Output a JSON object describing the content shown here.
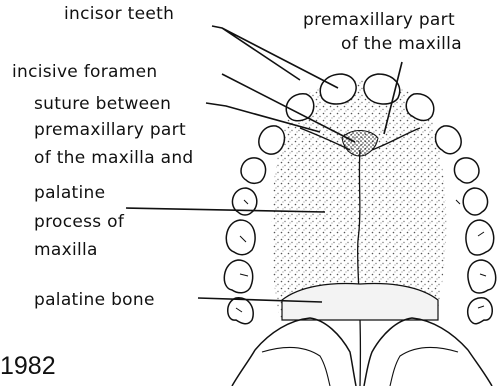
{
  "labels": {
    "incisor_teeth": "incisor teeth",
    "premaxillary_part_line1": "premaxillary part",
    "premaxillary_part_line2": "of the maxilla",
    "incisive_foramen": "incisive foramen",
    "suture_line1": "suture between",
    "suture_line2": "premaxillary part",
    "suture_line3": "of the maxilla and",
    "palatine_process_line1": "palatine",
    "palatine_process_line2": "process of",
    "palatine_process_line3": "maxilla",
    "palatine_bone": "palatine bone"
  },
  "year": "1982",
  "colors": {
    "ink": "#111111",
    "stipple": "#6b6b6b",
    "background": "#ffffff"
  }
}
